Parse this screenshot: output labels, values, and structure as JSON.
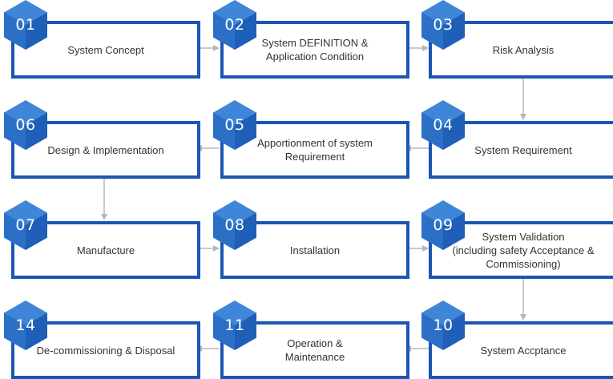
{
  "steps": [
    {
      "num": "01",
      "label": "System Concept"
    },
    {
      "num": "02",
      "label": "System DEFINITION &\nApplication Condition"
    },
    {
      "num": "03",
      "label": "Risk Analysis"
    },
    {
      "num": "04",
      "label": "System Requirement"
    },
    {
      "num": "05",
      "label": "Apportionment of system\nRequirement"
    },
    {
      "num": "06",
      "label": "Design & Implementation"
    },
    {
      "num": "07",
      "label": "Manufacture"
    },
    {
      "num": "08",
      "label": "Installation"
    },
    {
      "num": "09",
      "label": "System Validation\n(including safety Acceptance &\nCommissioning)"
    },
    {
      "num": "10",
      "label": "System Accptance"
    },
    {
      "num": "11",
      "label": "Operation &\nMaintenance"
    },
    {
      "num": "14",
      "label": "De-commissioning & Disposal"
    }
  ],
  "colors": {
    "border": "#1a56b4",
    "hex_light": "#3f86d8",
    "hex_dark": "#1f5fb8",
    "arrow": "#b7b7b7",
    "text": "#333333"
  }
}
